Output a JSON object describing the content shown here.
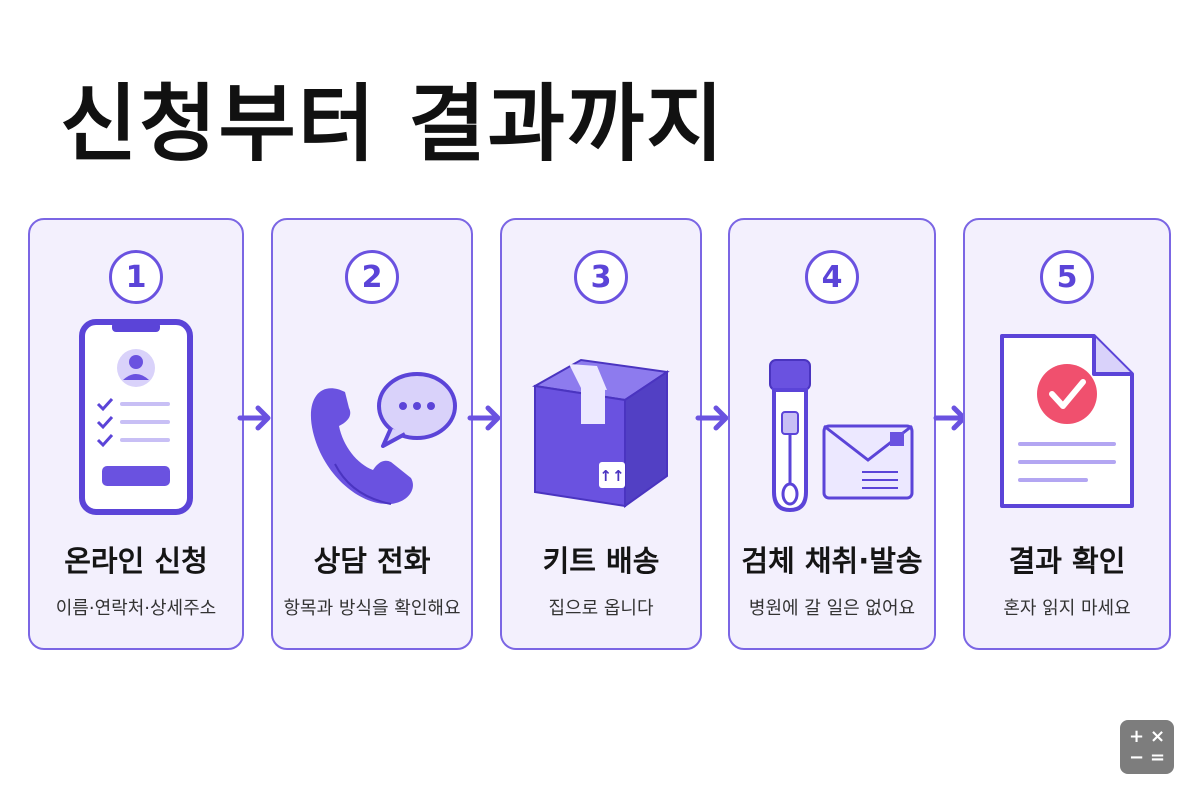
{
  "title": "신청부터 결과까지",
  "steps": [
    {
      "number": "1",
      "title": "온라인 신청",
      "desc": "이름·연락처·상세주소"
    },
    {
      "number": "2",
      "title": "상담 전화",
      "desc": "항목과 방식을 확인해요"
    },
    {
      "number": "3",
      "title": "키트 배송",
      "desc": "집으로 옵니다"
    },
    {
      "number": "4",
      "title": "검체 채취·발송",
      "desc": "병원에 갈 일은 없어요"
    },
    {
      "number": "5",
      "title": "결과 확인",
      "desc": "혼자 읽지 마세요"
    }
  ],
  "calculator": {
    "plus": "+",
    "times": "×",
    "minus": "−",
    "equals": "="
  },
  "colors": {
    "accent": "#6a52e0",
    "card_bg": "#f3f0fd",
    "card_border": "#7b66e4",
    "check": "#f0506e"
  }
}
